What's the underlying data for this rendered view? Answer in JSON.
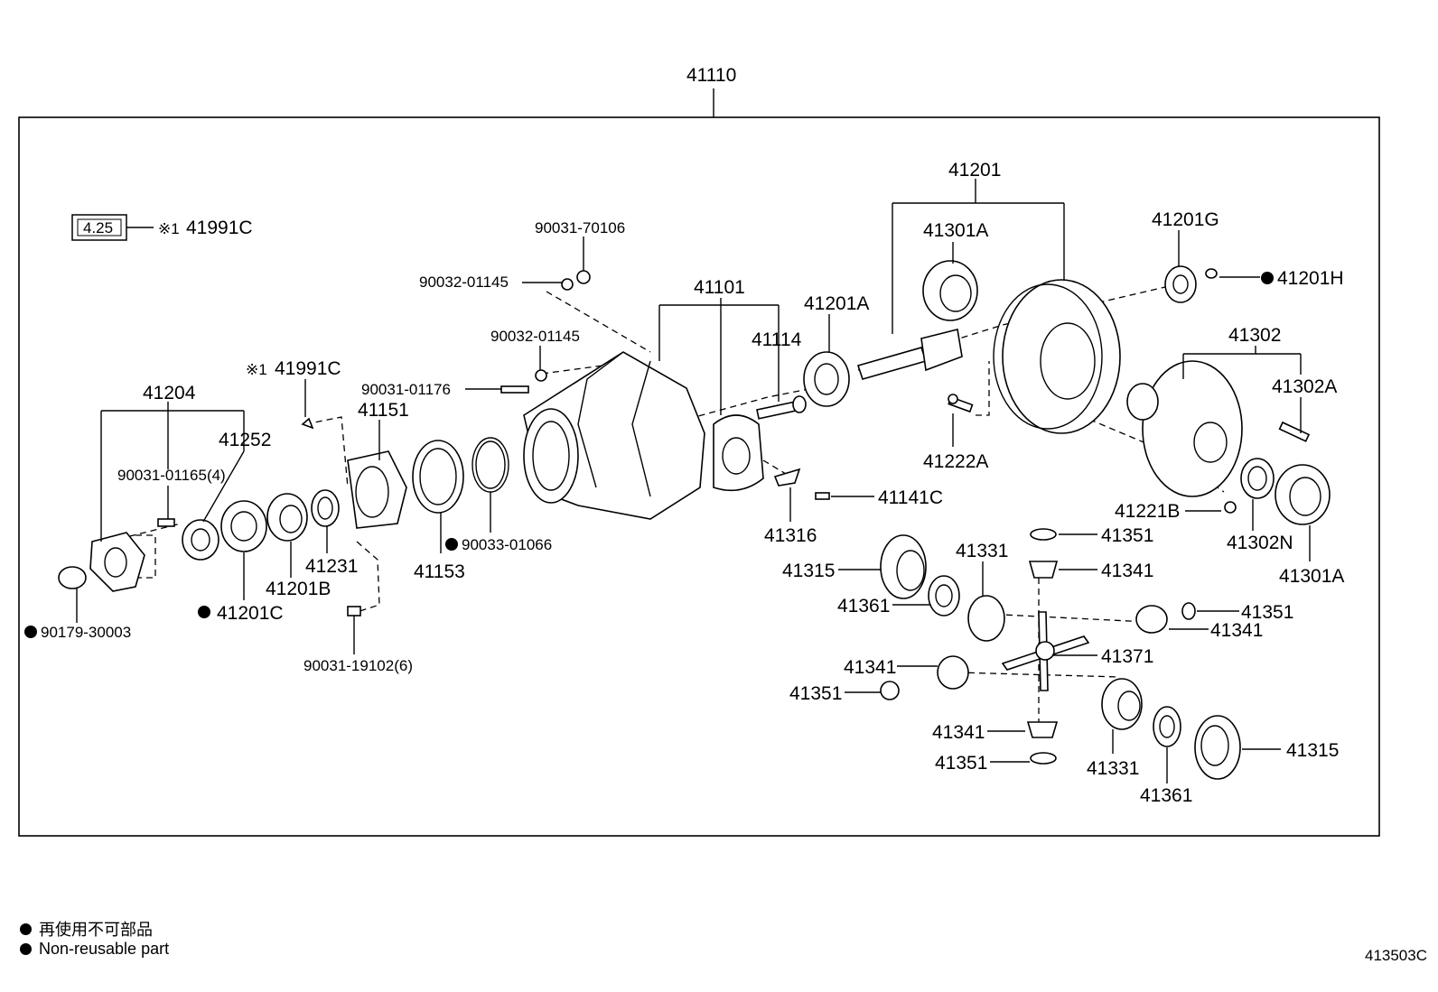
{
  "assembly_number": "41110",
  "callouts": {
    "p41201": "41201",
    "p41301A_top": "41301A",
    "p41201G": "41201G",
    "p41201H": "41201H",
    "p41101": "41101",
    "p41201A": "41201A",
    "p41114": "41114",
    "p41302": "41302",
    "p41302A": "41302A",
    "p90031_70106": "90031-70106",
    "p90032_01145_a": "90032-01145",
    "p90032_01145_b": "90032-01145",
    "p90031_01176": "90031-01176",
    "p41991C_b": "41991C",
    "p41204": "41204",
    "p41151": "41151",
    "p41252": "41252",
    "p90031_01165": "90031-01165(4)",
    "p41222A": "41222A",
    "p41141C": "41141C",
    "p41316": "41316",
    "p41221B": "41221B",
    "p41302N": "41302N",
    "p41301A_bot": "41301A",
    "p41351_a": "41351",
    "p41331_a": "41331",
    "p41315_a": "41315",
    "p41341_a": "41341",
    "p41361_a": "41361",
    "p41351_b": "41351",
    "p41341_b": "41341",
    "p41371": "41371",
    "p41341_c": "41341",
    "p41351_c": "41351",
    "p41341_d": "41341",
    "p41351_d": "41351",
    "p41331_b": "41331",
    "p41361_b": "41361",
    "p41315_b": "41315",
    "p90033_01066": "90033-01066",
    "p41153": "41153",
    "p41231": "41231",
    "p41201B": "41201B",
    "p41201C": "41201C",
    "p90179_30003": "90179-30003",
    "p90031_19102": "90031-19102(6)"
  },
  "ref_box": {
    "value": "4.25",
    "mark": "※1",
    "part": "41991C"
  },
  "mark_b": "※1",
  "legend": {
    "jp": "再使用不可部品",
    "en": "Non-reusable part"
  },
  "diagram_code": "413503C"
}
